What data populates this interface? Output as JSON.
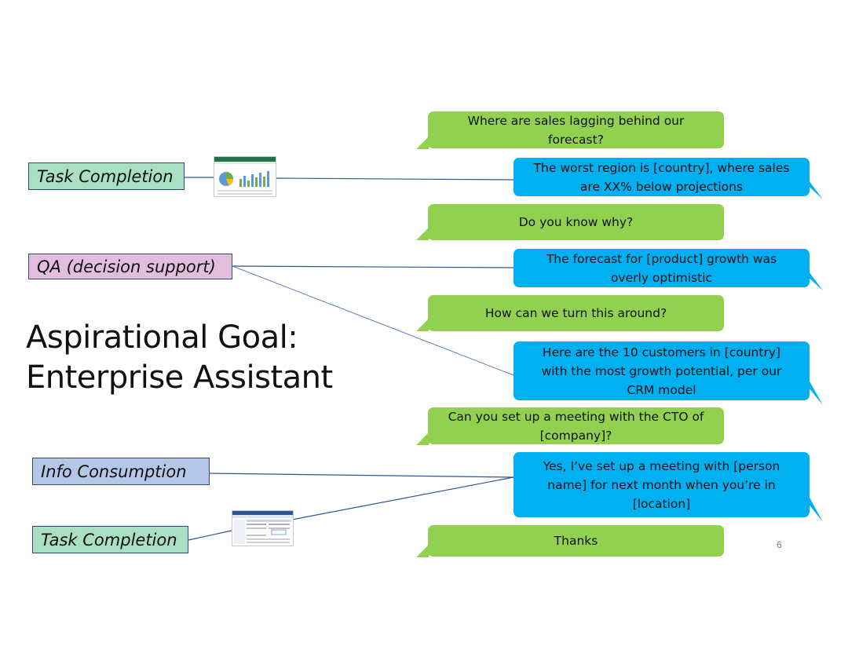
{
  "slide": {
    "title_line1": "Aspirational Goal:",
    "title_line2": "Enterprise Assistant",
    "page_number": "6"
  },
  "labels": {
    "task_completion_top": "Task Completion",
    "qa": "QA (decision support)",
    "info_consumption": "Info Consumption",
    "task_completion_bottom": "Task Completion"
  },
  "colors": {
    "user_bubble": "#92d050",
    "bot_bubble": "#00b0f0",
    "task_completion_fill": "#a9dfc5",
    "qa_fill": "#e2bedd",
    "info_fill": "#b4c7e7",
    "connector": "#2f5597"
  },
  "conversation": [
    {
      "speaker": "user",
      "text": "Where are sales lagging behind our forecast?"
    },
    {
      "speaker": "assistant",
      "text": "The worst region is [country], where sales are XX% below projections"
    },
    {
      "speaker": "user",
      "text": "Do you know why?"
    },
    {
      "speaker": "assistant",
      "text": "The forecast for [product] growth was overly optimistic"
    },
    {
      "speaker": "user",
      "text": "How can we turn this around?"
    },
    {
      "speaker": "assistant",
      "text": "Here are the 10 customers in [country] with the most growth potential, per our CRM model"
    },
    {
      "speaker": "user",
      "text": "Can you set up a meeting with the CTO of [company]?"
    },
    {
      "speaker": "assistant",
      "text": "Yes, I’ve set up a meeting with [person name] for next month when you’re in [location]"
    },
    {
      "speaker": "user",
      "text": "Thanks"
    }
  ],
  "bubble_lines": {
    "b0": [
      "Where are sales lagging behind our",
      "forecast?"
    ],
    "b1": [
      "The worst region is [country], where sales",
      "are XX% below projections"
    ],
    "b2": [
      "Do you know why?"
    ],
    "b3": [
      "The forecast for [product] growth was",
      "overly optimistic"
    ],
    "b4": [
      "How can we turn this around?"
    ],
    "b5": [
      "Here are the 10 customers in [country]",
      "with the most growth potential, per our",
      "CRM model"
    ],
    "b6": [
      "Can you set up a meeting with the CTO of",
      "[company]?"
    ],
    "b7": [
      "Yes, I’ve set up a meeting with [person",
      "name] for next month when you’re in",
      "[location]"
    ],
    "b8": [
      "Thanks"
    ]
  }
}
